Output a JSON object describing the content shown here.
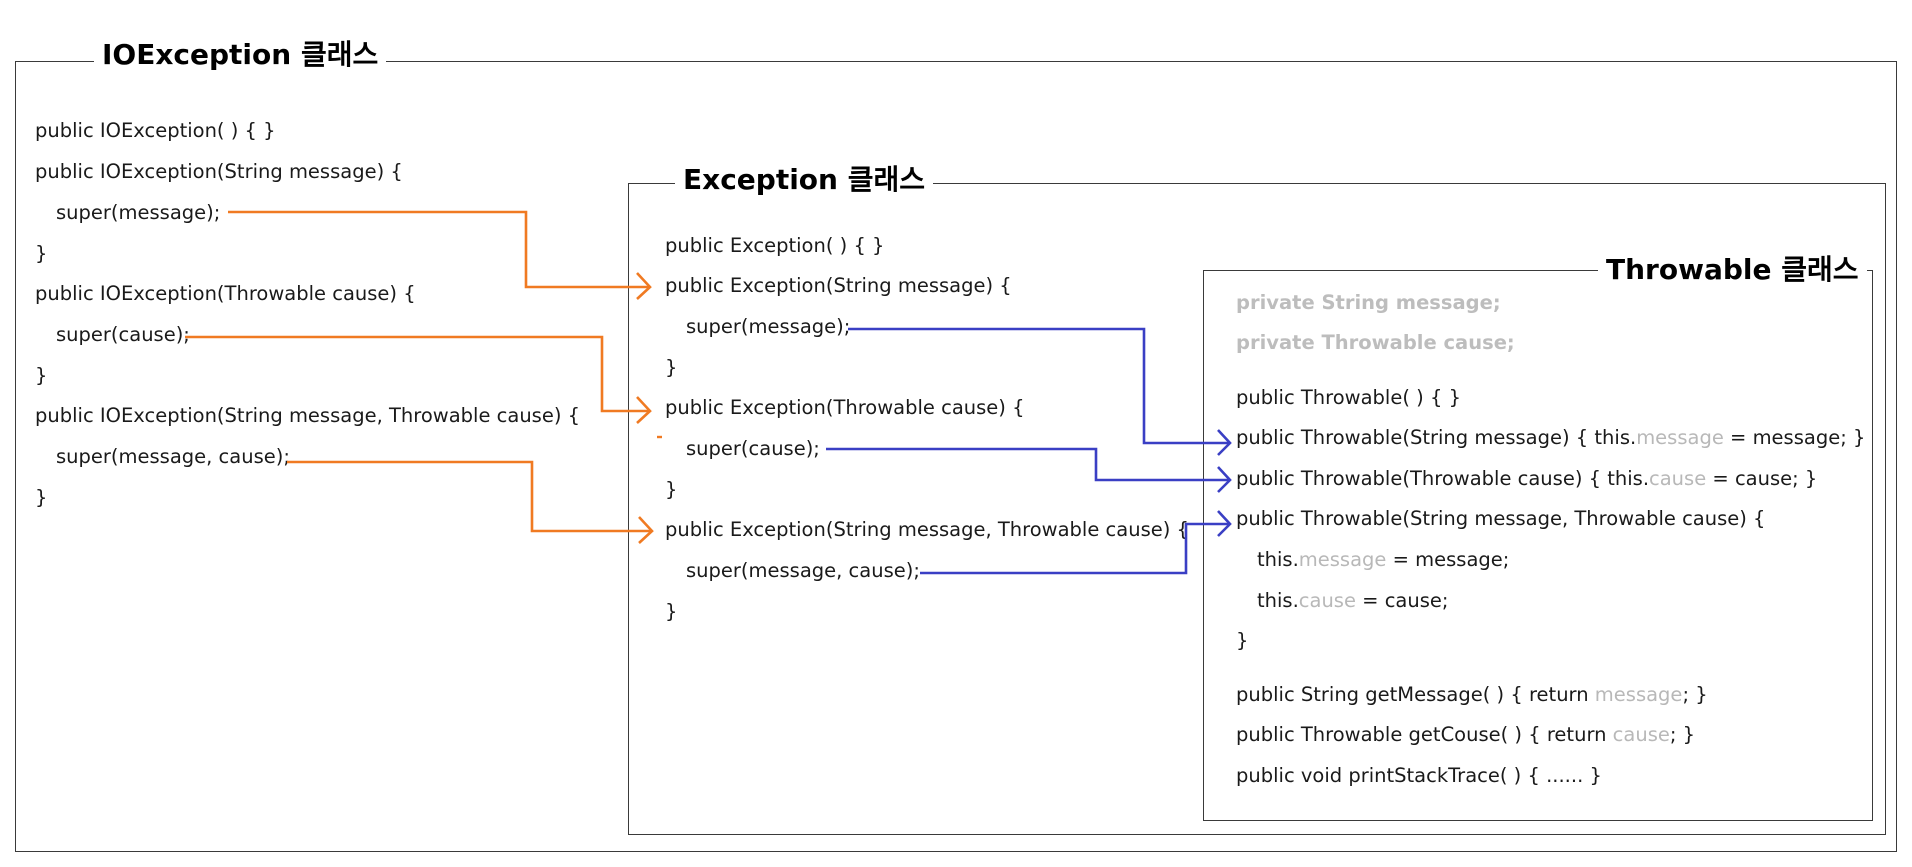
{
  "io": {
    "title": "IOException 클래스",
    "lines": [
      "public IOException( ) {  }",
      "public IOException(String message) {",
      "super(message);",
      "}",
      "public IOException(Throwable cause) {",
      "super(cause);",
      "}",
      "public IOException(String message, Throwable cause) {",
      "super(message, cause);",
      "}"
    ]
  },
  "exc": {
    "title": "Exception 클래스",
    "lines": [
      "public Exception( ) { }",
      "public Exception(String message) {",
      "super(message);",
      "}",
      "public Exception(Throwable cause) {",
      "super(cause);",
      "}",
      "public Exception(String message, Throwable cause) {",
      "super(message, cause);",
      "}"
    ]
  },
  "thr": {
    "title": "Throwable 클래스",
    "field_message": "private String message;",
    "field_cause": "private Throwable cause;",
    "ctor_default": "public Throwable( ) { }",
    "ctor_message": {
      "pre": "public Throwable(String message) { this.",
      "field": "message",
      "post": " = message; }"
    },
    "ctor_cause": {
      "pre": "public Throwable(Throwable cause) { this.",
      "field": "cause",
      "post": " = cause; }"
    },
    "ctor_both": "public Throwable(String message, Throwable cause) {",
    "assign_message": {
      "pre": "this.",
      "field": "message",
      "post": " = message;"
    },
    "assign_cause": {
      "pre": "this.",
      "field": "cause",
      "post": " = cause;"
    },
    "close_brace": "}",
    "get_message": {
      "pre": "public String getMessage( ) { return ",
      "field": "message",
      "post": "; }"
    },
    "get_cause": {
      "pre": "public Throwable getCouse( ) { return ",
      "field": "cause",
      "post": "; }"
    },
    "print_trace": "public void printStackTrace( ) { ...... }"
  },
  "colors": {
    "orange_arrow": "#f07a22",
    "blue_arrow": "#3a3fc4",
    "faded_text": "#b8b8b8",
    "border": "#3a3a3a"
  }
}
